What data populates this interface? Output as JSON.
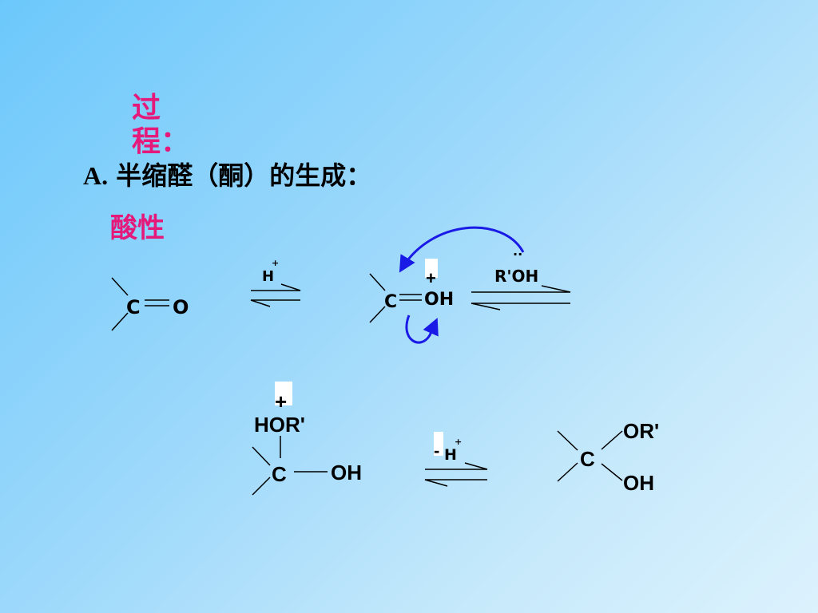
{
  "slide": {
    "title_guo": "过",
    "title_cheng": "程：",
    "heading_letter": "A.",
    "heading_text": "半缩醛（酮）的生成：",
    "condition": "酸性"
  },
  "reaction1": {
    "reactant_c": "C",
    "reactant_o": "O",
    "catalyst": "H",
    "catalyst_charge": "+",
    "intermediate_c": "C",
    "intermediate_oh": "OH",
    "intermediate_charge": "+",
    "nucleophile": "R'OH",
    "lone_pair": "··",
    "arrow_color": "#1a1ae6"
  },
  "reaction2": {
    "adduct_hor": "HOR'",
    "adduct_charge": "+",
    "adduct_c": "C",
    "adduct_oh": "OH",
    "loss_minus": "-",
    "loss_h": "H",
    "loss_charge": "+",
    "product_c": "C",
    "product_or": "OR'",
    "product_oh": "OH"
  }
}
